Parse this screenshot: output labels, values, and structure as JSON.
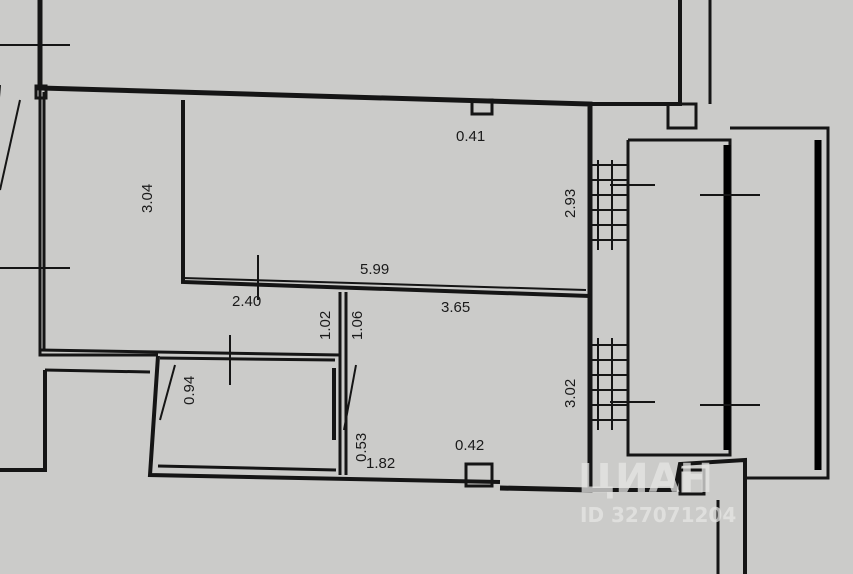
{
  "dimensions": {
    "top_niche": "0.41",
    "room_height_left": "3.04",
    "room_height_right": "2.93",
    "partition_length": "5.99",
    "hall_width": "2.40",
    "hall_left_door": "1.02",
    "hall_right_door": "1.06",
    "room2_width": "3.65",
    "room2_height": "3.02",
    "bath_height": "0.94",
    "bath_door": "0.53",
    "bottom_segment": "1.82",
    "bottom_niche": "0.42"
  },
  "watermark": {
    "brand": "ЦИАН",
    "id": "ID 327071204"
  }
}
